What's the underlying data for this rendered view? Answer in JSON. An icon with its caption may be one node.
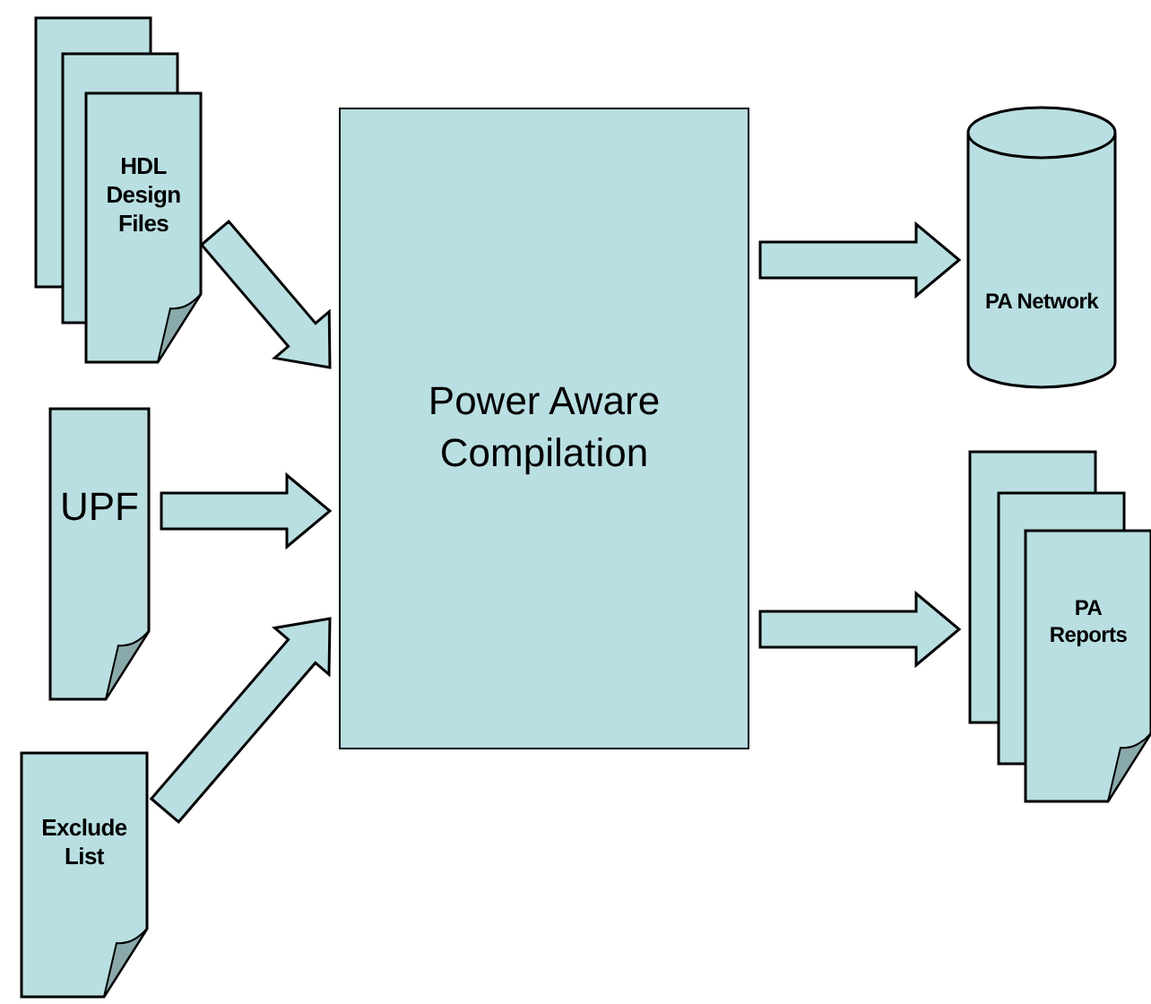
{
  "diagram": {
    "nodes": [
      {
        "text": [
          "HDL Design Files"
        ]
      },
      {
        "text": [
          "UPF"
        ]
      },
      {
        "text": [
          "Exclude List"
        ]
      },
      {
        "text": [
          "Power Aware Compilation"
        ]
      },
      {
        "text": [
          "PA Network"
        ]
      },
      {
        "text": [
          "PA Reports"
        ]
      }
    ],
    "edges": [
      {
        "from": 0,
        "to": 3,
        "arrow": "to"
      },
      {
        "from": 1,
        "to": 3,
        "arrow": "to"
      },
      {
        "from": 2,
        "to": 3,
        "arrow": "to"
      },
      {
        "from": 3,
        "to": 4,
        "arrow": "to"
      },
      {
        "from": 3,
        "to": 5,
        "arrow": "to"
      }
    ]
  }
}
